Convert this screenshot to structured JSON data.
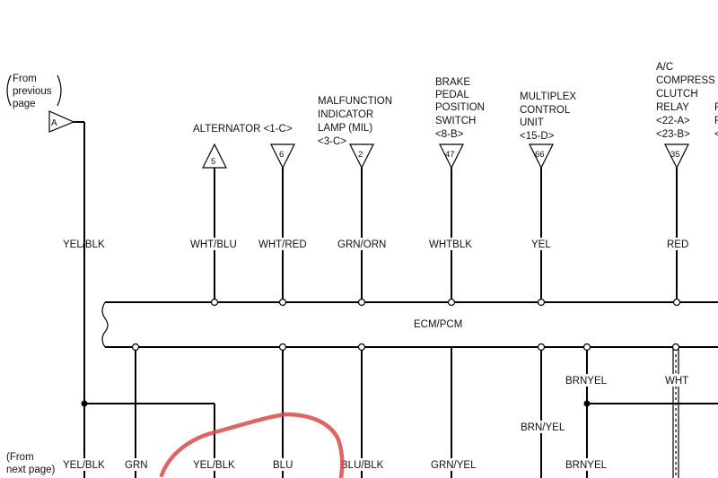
{
  "from_previous": [
    "From",
    "previous",
    "page"
  ],
  "from_next": [
    "(From",
    "next page)"
  ],
  "connector_a": "A",
  "connector_a_wire": "YEL/BLK",
  "ecm_label": "ECM/PCM",
  "components": {
    "alternator": "ALTERNATOR <1-C>",
    "mil": [
      "MALFUNCTION",
      "INDICATOR",
      "LAMP (MIL)",
      "<3-C>"
    ],
    "brake": [
      "BRAKE",
      "PEDAL",
      "POSITION",
      "SWITCH",
      "<8-B>"
    ],
    "multiplex": [
      "MULTIPLEX",
      "CONTROL",
      "UNIT",
      "<15-D>"
    ],
    "ac_relay": [
      "A/C",
      "COMPRESS",
      "CLUTCH",
      "RELAY",
      "<22-A>",
      "<23-B>"
    ],
    "right_clip": [
      "F",
      "F",
      "<"
    ]
  },
  "pins": [
    "5",
    "6",
    "2",
    "47",
    "66",
    "35"
  ],
  "top_wires": [
    "WHT/BLU",
    "WHT/RED",
    "GRN/ORN",
    "WHTBLK",
    "YEL",
    "RED"
  ],
  "bottom_wires": {
    "brnyel_right": "BRNYEL",
    "wht": "WHT",
    "brnyel_mid": "BRN/YEL",
    "row": [
      "YEL/BLK",
      "GRN",
      "YEL/BLK",
      "BLU",
      "BLU/BLK",
      "GRN/YEL",
      "BRNYEL"
    ]
  },
  "colors": {
    "annotation": "#d94a4a",
    "line": "#000000"
  }
}
